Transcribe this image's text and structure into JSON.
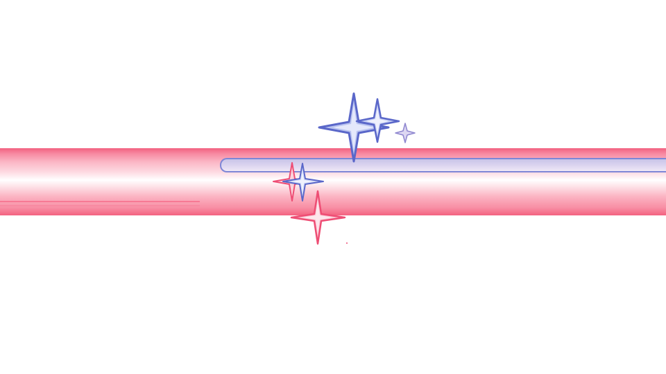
{
  "palette": {
    "band_edge": "#f2607f",
    "band_mid": "#fbb7c6",
    "band_highlight": "#ffffff",
    "inset_fill": "#d8d2ee",
    "inset_stroke": "#7d86d6",
    "sparkle_blue_fill": "#b9c3f0",
    "sparkle_blue_stroke": "#5a67c9",
    "sparkle_pink_fill": "#fbc6d3",
    "sparkle_pink_stroke": "#ee4d74",
    "sparkle_lilac_fill": "#ddd7f2",
    "sparkle_lilac_stroke": "#8e86cf"
  },
  "sparkles": [
    {
      "name": "sparkle-large-blue-icon",
      "color": "blue"
    },
    {
      "name": "sparkle-medium-blue-icon",
      "color": "blue"
    },
    {
      "name": "sparkle-small-lilac-icon",
      "color": "lilac"
    },
    {
      "name": "sparkle-pink-left-icon",
      "color": "pink"
    },
    {
      "name": "sparkle-blue-left-icon",
      "color": "blue"
    },
    {
      "name": "sparkle-pink-bottom-icon",
      "color": "pink"
    }
  ]
}
